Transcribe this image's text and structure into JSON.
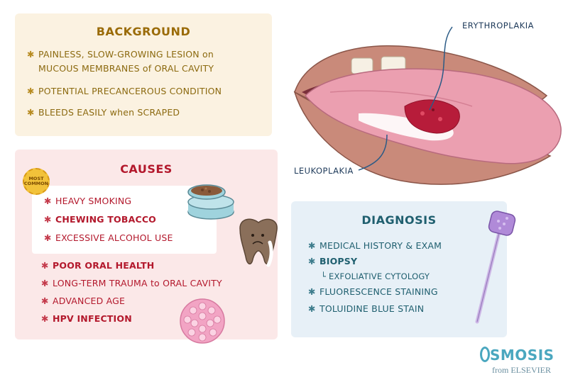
{
  "background": {
    "title": "BACKGROUND",
    "items": [
      {
        "line1": "PAINLESS, SLOW-GROWING LESION on",
        "line2": "MUCOUS MEMBRANES of ORAL CAVITY"
      },
      {
        "line1": "POTENTIAL PRECANCEROUS CONDITION"
      },
      {
        "line1": "BLEEDS EASILY when SCRAPED"
      }
    ]
  },
  "causes": {
    "title": "CAUSES",
    "badge": "MOST COMMON",
    "most_common": [
      "HEAVY SMOKING",
      "CHEWING TOBACCO",
      "EXCESSIVE ALCOHOL USE"
    ],
    "other": [
      "POOR ORAL HEALTH",
      "LONG-TERM TRAUMA to ORAL CAVITY",
      "ADVANCED AGE",
      "HPV INFECTION"
    ]
  },
  "diagnosis": {
    "title": "DIAGNOSIS",
    "items": [
      "MEDICAL HISTORY & EXAM",
      "BIOPSY"
    ],
    "sub_item": "EXFOLIATIVE CYTOLOGY",
    "items_after": [
      "FLUORESCENCE STAINING",
      "TOLUIDINE BLUE STAIN"
    ]
  },
  "labels": {
    "erythroplakia": "ERYTHROPLAKIA",
    "leukoplakia": "LEUKOPLAKIA"
  },
  "brand": {
    "name": "SMOSIS",
    "sub": "from ELSEVIER"
  },
  "colors": {
    "background_panel": "#fbf2e1",
    "causes_panel": "#fbe8e8",
    "diagnosis_panel": "#e7f0f7",
    "background_text": "#8c6a10",
    "causes_text": "#b3182c",
    "diagnosis_text": "#1f5f6f"
  },
  "icons": [
    "star-bullet-icon",
    "mouth-illustration",
    "tobacco-tin-icon",
    "sad-tooth-icon",
    "hpv-virus-icon",
    "swab-icon",
    "osmosis-logo"
  ]
}
